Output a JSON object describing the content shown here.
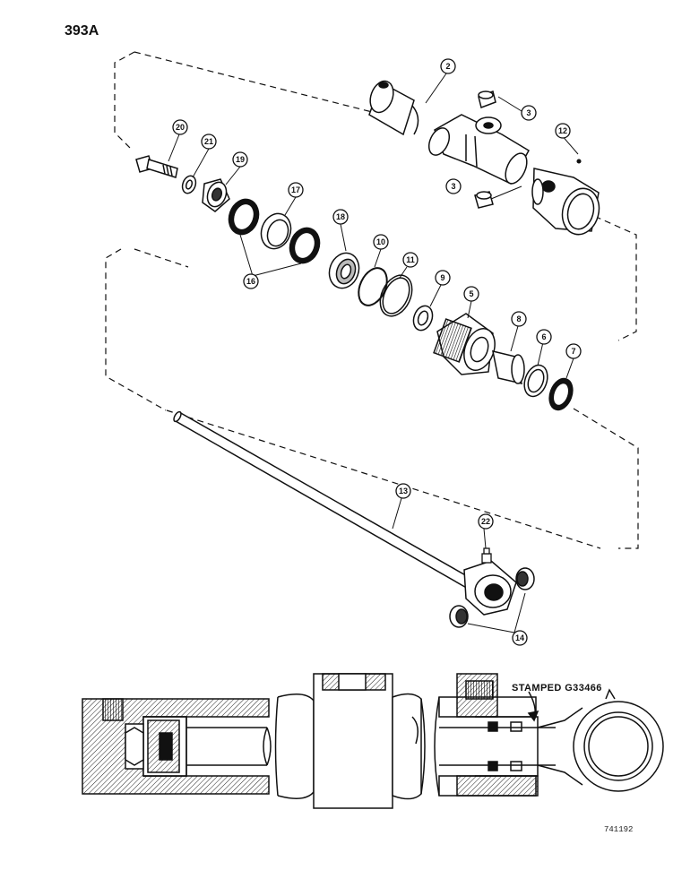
{
  "page_label": "393A",
  "stamp_label": "STAMPED G33466",
  "figure_number": "741192",
  "callouts": [
    {
      "id": "c2",
      "label": "2"
    },
    {
      "id": "c3a",
      "label": "3"
    },
    {
      "id": "c3b",
      "label": "3"
    },
    {
      "id": "c12",
      "label": "12"
    },
    {
      "id": "c20",
      "label": "20"
    },
    {
      "id": "c21",
      "label": "21"
    },
    {
      "id": "c19",
      "label": "19"
    },
    {
      "id": "c17",
      "label": "17"
    },
    {
      "id": "c18",
      "label": "18"
    },
    {
      "id": "c10",
      "label": "10"
    },
    {
      "id": "c11",
      "label": "11"
    },
    {
      "id": "c9",
      "label": "9"
    },
    {
      "id": "c5",
      "label": "5"
    },
    {
      "id": "c16",
      "label": "16"
    },
    {
      "id": "c8",
      "label": "8"
    },
    {
      "id": "c6",
      "label": "6"
    },
    {
      "id": "c7",
      "label": "7"
    },
    {
      "id": "c13",
      "label": "13"
    },
    {
      "id": "c22",
      "label": "22"
    },
    {
      "id": "c14",
      "label": "14"
    }
  ]
}
